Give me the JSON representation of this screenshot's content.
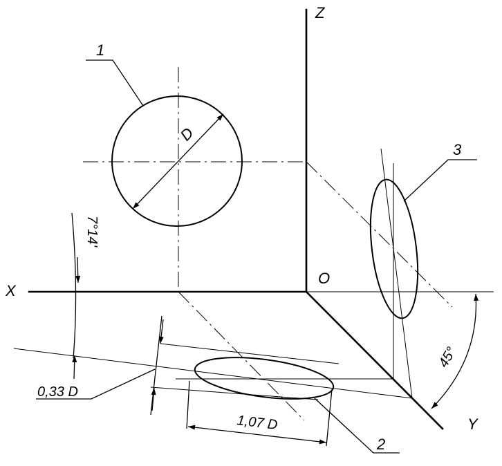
{
  "axes": {
    "x": "X",
    "y": "Y",
    "z": "Z",
    "origin": "O"
  },
  "callouts": {
    "one": "1",
    "two": "2",
    "three": "3"
  },
  "dimensions": {
    "diameter": "D",
    "minor_axis": "0,33 D",
    "major_axis": "1,07 D",
    "angle_small": "7°14'",
    "angle_45": "45°"
  },
  "colors": {
    "ink": "#000000",
    "paper": "#ffffff"
  }
}
